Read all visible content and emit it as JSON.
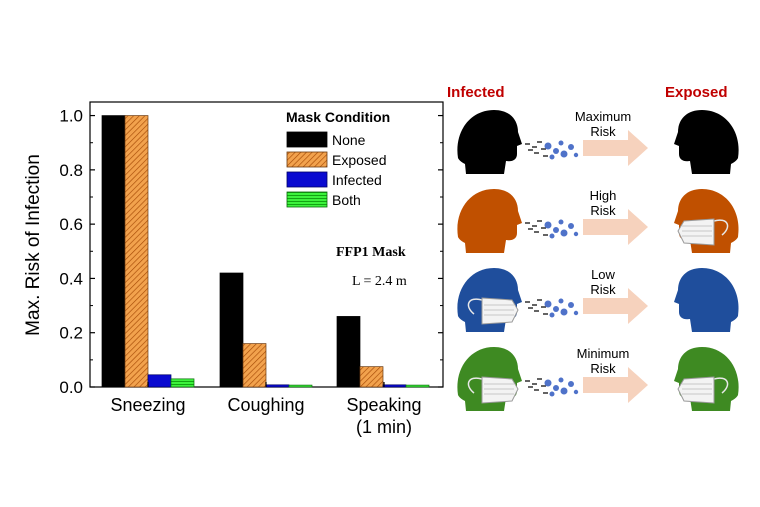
{
  "chart_data": {
    "type": "bar",
    "categories": [
      "Sneezing",
      "Coughing",
      "Speaking\n(1 min)"
    ],
    "ylabel": "Max. Risk of Infection",
    "xlabel": "",
    "ylim": [
      0,
      1.05
    ],
    "yticks": [
      0.0,
      0.2,
      0.4,
      0.6,
      0.8,
      1.0
    ],
    "ytick_labels": [
      "0.0",
      "0.2",
      "0.4",
      "0.6",
      "0.8",
      "1.0"
    ],
    "legend_title": "Mask Condition",
    "legend_placement": "top-right",
    "series": [
      {
        "name": "None",
        "values": [
          1.0,
          0.42,
          0.26
        ]
      },
      {
        "name": "Exposed",
        "values": [
          1.0,
          0.16,
          0.075
        ]
      },
      {
        "name": "Infected",
        "values": [
          0.045,
          0.008,
          0.008
        ]
      },
      {
        "name": "Both",
        "values": [
          0.03,
          0.007,
          0.007
        ]
      }
    ],
    "series_colors": [
      "#000000",
      "#e8862a",
      "#0a0ad0",
      "#2fe22f"
    ],
    "series_patterns": [
      "solid",
      "diagonal-hatch",
      "solid",
      "horizontal-lines"
    ],
    "annotations": [
      "FFP1 Mask",
      "L = 2.4 m"
    ]
  },
  "diagram": {
    "left_header": "Infected",
    "right_header": "Exposed",
    "header_color": "#c00000",
    "arrow_color": "#f6d2bd",
    "rows": [
      {
        "risk_label": "Maximum\nRisk",
        "head_color": "#000000",
        "infected_mask": false,
        "exposed_mask": false
      },
      {
        "risk_label": "High\nRisk",
        "head_color": "#c05000",
        "infected_mask": false,
        "exposed_mask": true
      },
      {
        "risk_label": "Low\nRisk",
        "head_color": "#1f4e9c",
        "infected_mask": true,
        "exposed_mask": false
      },
      {
        "risk_label": "Minimum\nRisk",
        "head_color": "#3e8a22",
        "infected_mask": true,
        "exposed_mask": true
      }
    ]
  }
}
